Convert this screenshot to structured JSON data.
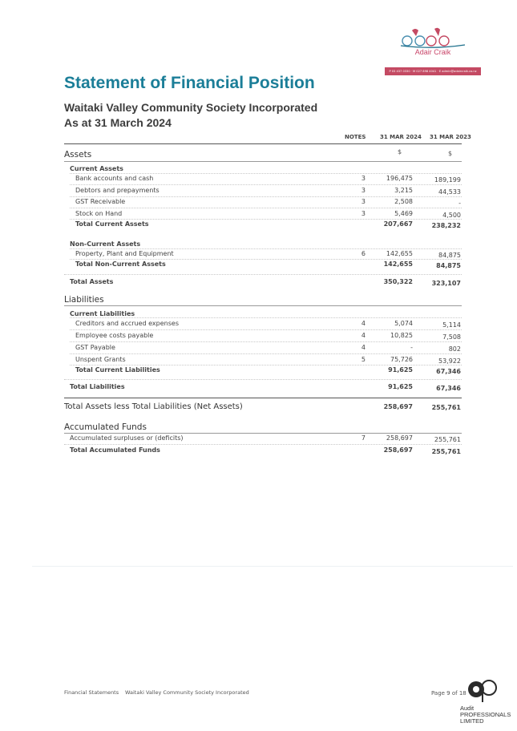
{
  "logo_top": {
    "name": "Adair Craik",
    "band_text": "P 03 437 0330 · M 027 898 4041 · E admin@adaircraik.co.nz"
  },
  "document": {
    "title": "Statement of Financial Position",
    "organisation": "Waitaki Valley Community Society Incorporated",
    "as_at": "As at 31 March 2024"
  },
  "table": {
    "headers": {
      "notes": "NOTES",
      "current": "31 MAR 2024",
      "prior": "31 MAR 2023"
    },
    "unit_current": "$",
    "unit_prior": "$",
    "assets": {
      "heading": "Assets",
      "current": {
        "heading": "Current Assets",
        "rows": [
          {
            "label": "Bank accounts and cash",
            "note": "3",
            "current": "196,475",
            "prior": "189,199"
          },
          {
            "label": "Debtors and prepayments",
            "note": "3",
            "current": "3,215",
            "prior": "44,533"
          },
          {
            "label": "GST Receivable",
            "note": "3",
            "current": "2,508",
            "prior": "-"
          },
          {
            "label": "Stock on Hand",
            "note": "3",
            "current": "5,469",
            "prior": "4,500"
          }
        ],
        "total": {
          "label": "Total Current Assets",
          "current": "207,667",
          "prior": "238,232"
        }
      },
      "non_current": {
        "heading": "Non-Current Assets",
        "rows": [
          {
            "label": "Property, Plant and Equipment",
            "note": "6",
            "current": "142,655",
            "prior": "84,875"
          }
        ],
        "total": {
          "label": "Total Non-Current Assets",
          "current": "142,655",
          "prior": "84,875"
        }
      },
      "total": {
        "label": "Total Assets",
        "current": "350,322",
        "prior": "323,107"
      }
    },
    "liabilities": {
      "heading": "Liabilities",
      "current": {
        "heading": "Current Liabilities",
        "rows": [
          {
            "label": "Creditors and accrued expenses",
            "note": "4",
            "current": "5,074",
            "prior": "5,114"
          },
          {
            "label": "Employee costs payable",
            "note": "4",
            "current": "10,825",
            "prior": "7,508"
          },
          {
            "label": "GST Payable",
            "note": "4",
            "current": "-",
            "prior": "802"
          },
          {
            "label": "Unspent Grants",
            "note": "5",
            "current": "75,726",
            "prior": "53,922"
          }
        ],
        "total": {
          "label": "Total Current Liabilities",
          "current": "91,625",
          "prior": "67,346"
        }
      },
      "total": {
        "label": "Total Liabilities",
        "current": "91,625",
        "prior": "67,346"
      }
    },
    "net_assets": {
      "label": "Total Assets less Total Liabilities (Net Assets)",
      "current": "258,697",
      "prior": "255,761"
    },
    "accumulated_funds": {
      "heading": "Accumulated Funds",
      "rows": [
        {
          "label": "Accumulated surpluses or (deficits)",
          "note": "7",
          "current": "258,697",
          "prior": "255,761"
        }
      ],
      "total": {
        "label": "Total Accumulated Funds",
        "current": "258,697",
        "prior": "255,761"
      }
    }
  },
  "footer": {
    "left": "Financial Statements",
    "org": "Waitaki Valley Community Society Incorporated",
    "page": "Page 9 of 18",
    "auditor_logo_text": "Audit PROFESSIONALS LIMITED"
  }
}
